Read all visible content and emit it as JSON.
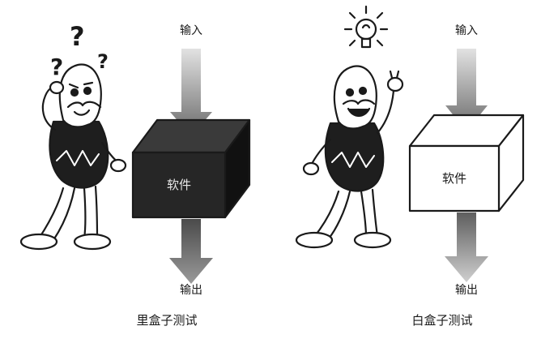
{
  "left_panel": {
    "input_label": "输入",
    "box_label": "软件",
    "output_label": "输出",
    "caption": "里盒子测试",
    "thought_marks": [
      "?",
      "?",
      "?"
    ]
  },
  "right_panel": {
    "input_label": "输入",
    "box_label": "软件",
    "output_label": "输出",
    "caption": "白盒子测试"
  },
  "colors": {
    "ink": "#1a1a1a",
    "black_box_front": "#262626",
    "black_box_top": "#3a3a3a",
    "black_box_side": "#141414",
    "white_box": "#ffffff",
    "arrow_dark": "#6e6e6e",
    "arrow_light": "#d6d6d6"
  },
  "icons": {
    "left_thought": "question-marks-icon",
    "right_thought": "lightbulb-icon"
  }
}
